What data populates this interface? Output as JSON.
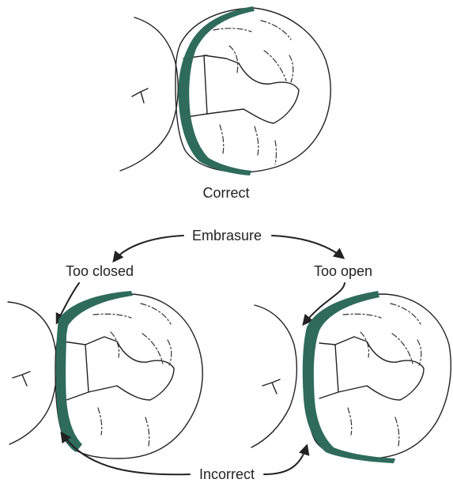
{
  "colors": {
    "restoration_fill": "#2e6b5b",
    "outline": "#222222",
    "background": "#ffffff"
  },
  "labels": {
    "correct": "Correct",
    "embrasure": "Embrasure",
    "too_closed": "Too closed",
    "too_open": "Too open",
    "incorrect": "Incorrect"
  }
}
